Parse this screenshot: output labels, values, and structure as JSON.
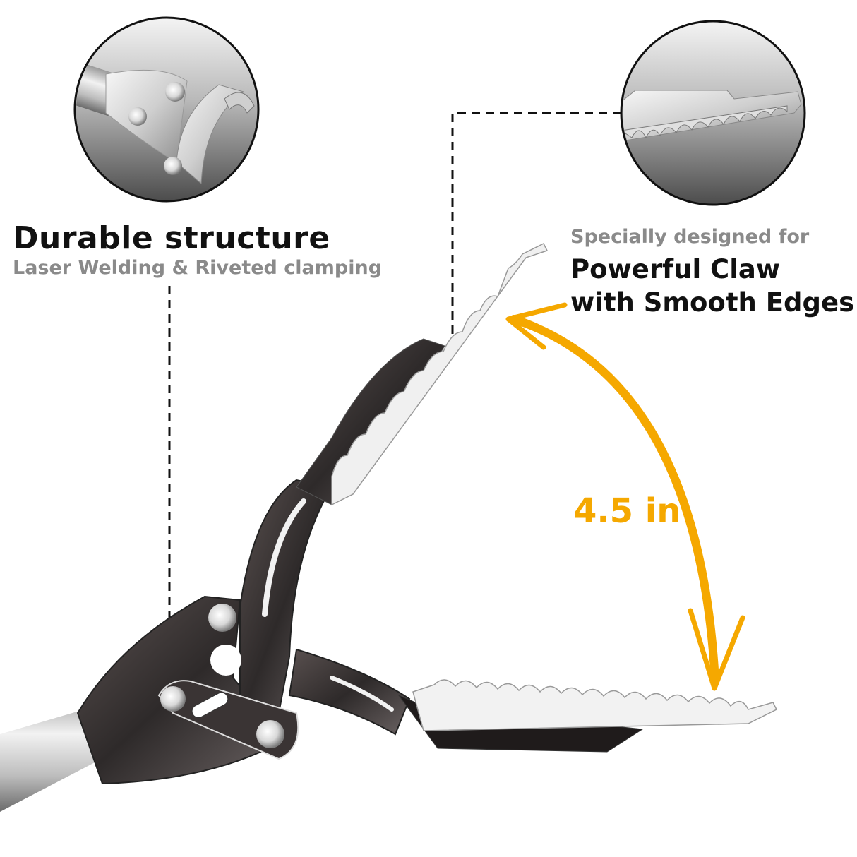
{
  "left_feature": {
    "title": "Durable structure",
    "subtitle": "Laser Welding & Riveted clamping",
    "inset": "hinge-rivet-closeup"
  },
  "right_feature": {
    "subtitle": "Specially designed for",
    "title_line1": "Powerful Claw",
    "title_line2": "with Smooth Edges",
    "inset": "claw-teeth-closeup"
  },
  "measurement": {
    "label": "4.5 in",
    "color": "#f5a800"
  },
  "colors": {
    "title": "#111111",
    "subtitle": "#8a8a8a",
    "accent": "#f5a800"
  }
}
